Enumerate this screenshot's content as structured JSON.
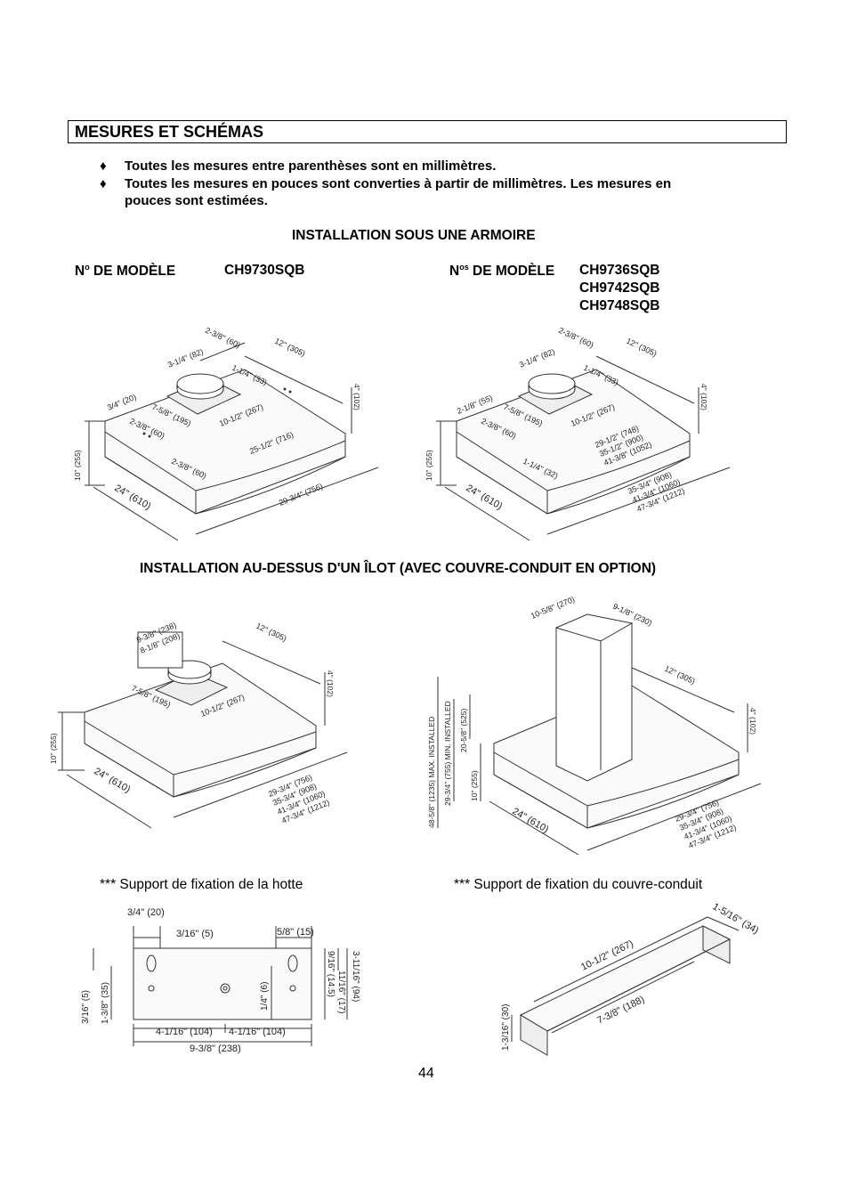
{
  "section": {
    "title": "MESURES ET SCHÉMAS"
  },
  "bullets": [
    {
      "icon": "diamond-bullet-icon",
      "text": "Toutes les mesures entre parenthèses sont en millimètres."
    },
    {
      "icon": "diamond-bullet-icon",
      "line1": "Toutes les mesures en pouces sont converties à partir de millimètres. Les mesures en",
      "line2": "pouces sont estimées."
    }
  ],
  "under_cabinet": {
    "heading": "INSTALLATION SOUS UNE ARMOIRE",
    "model_left": {
      "label_prefix": "N",
      "label_sup": "o",
      "label_rest": " DE MODÈLE",
      "model": "CH9730SQB"
    },
    "model_right": {
      "label_prefix": "N",
      "label_sup": "os",
      "label_rest": " DE MODÈLE",
      "models": [
        "CH9736SQB",
        "CH9742SQB",
        "CH9748SQB"
      ]
    },
    "diagram_left_dims": [
      "2-3/8\" (60)",
      "12\" (305)",
      "3-1/4\" (82)",
      "1-1/4\" (33)",
      "4\" (102)",
      "3/4\" (20)",
      "7-5/8\" (195)",
      "10-1/2\" (267)",
      "2-3/8\" (60)",
      "25-1/2\" (716)",
      "10\" (255)",
      "2-3/8\" (60)",
      "24\" (610)",
      "29-3/4\" (756)"
    ],
    "diagram_right_dims": [
      "2-3/8\" (60)",
      "12\" (305)",
      "3-1/4\" (82)",
      "1-1/4\" (33)",
      "4\" (102)",
      "2-1/8\" (55)",
      "7-5/8\" (195)",
      "10-1/2\" (267)",
      "2-3/8\" (60)",
      "29-1/2\" (748)",
      "35-1/2\" (900)",
      "41-3/8\" (1052)",
      "10\" (255)",
      "1-1/4\" (32)",
      "24\" (610)",
      "35-3/4\" (908)",
      "41-3/4\" (1060)",
      "47-3/4\" (1212)"
    ]
  },
  "island": {
    "heading": "INSTALLATION AU-DESSUS D'UN ÎLOT (AVEC COUVRE-CONDUIT EN OPTION)",
    "diagram_left_dims": [
      "9-3/8\" (238)",
      "8-1/8\" (208)",
      "12\" (305)",
      "4\" (102)",
      "7-5/8\" (195)",
      "10-1/2\" (267)",
      "10\" (255)",
      "24\" (610)",
      "29-3/4\" (756)",
      "35-3/4\" (908)",
      "41-3/4\" (1060)",
      "47-3/4\" (1212)"
    ],
    "diagram_right_dims": [
      "10-5/8\" (270)",
      "9-1/8\" (230)",
      "12\" (305)",
      "4\" (102)",
      "48-5/8\" (1235) MAX. INSTALLED",
      "29-3/4\" (755) MIN. INSTALLED",
      "20-5/8\" (525)",
      "10\" (255)",
      "24\" (610)",
      "29-3/4\" (756)",
      "35-3/4\" (908)",
      "41-3/4\" (1060)",
      "47-3/4\" (1212)"
    ]
  },
  "brackets": {
    "left_caption": "*** Support de fixation de la hotte",
    "right_caption": "*** Support de fixation du couvre-conduit",
    "left_dims": [
      "3/4\" (20)",
      "3/16\" (5)",
      "5/8\" (15)",
      "3-11/16\" (94)",
      "9/16\" (14.5)",
      "11/16\" (17)",
      "1/4\" (6)",
      "3/16\" (5)",
      "1-3/8\" (35)",
      "4-1/16\" (104)",
      "4-1/16\" (104)",
      "9-3/8\" (238)"
    ],
    "right_dims": [
      "1-5/16\" (34)",
      "10-1/2\" (267)",
      "7-3/8\" (188)",
      "1-3/16\" (30)"
    ]
  },
  "page_number": "44"
}
